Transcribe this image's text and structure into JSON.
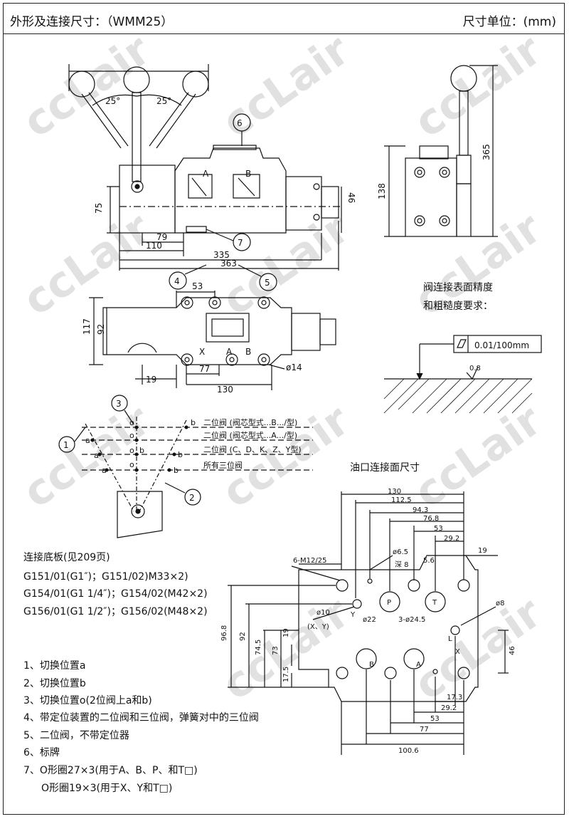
{
  "header": {
    "title": "外形及连接尺寸：（WMM25）",
    "unit": "尺寸单位：(mm)"
  },
  "watermark": "ccLair",
  "main_view": {
    "angles": [
      "25°",
      "25°"
    ],
    "callouts": [
      "6",
      "7",
      "4",
      "5",
      "3",
      "1",
      "2"
    ],
    "port_letters": [
      "A",
      "B"
    ],
    "dims": [
      "79",
      "110",
      "335",
      "363",
      "75",
      "46"
    ]
  },
  "side_view": {
    "dims": [
      "138",
      "365"
    ]
  },
  "top_view": {
    "dims": [
      "53",
      "117",
      "92",
      "19",
      "77",
      "130",
      "ø14"
    ],
    "labels": [
      "X",
      "A",
      "B"
    ]
  },
  "surface": {
    "title_line1": "阀连接表面精度",
    "title_line2": "和粗糙度要求：",
    "flatness": "0.01/100mm",
    "roughness": "0.8"
  },
  "positions": {
    "rows": [
      "二位阀 (阀芯型式...B.../型)",
      "二位阀 (阀芯型式...A.../型)",
      "二位阀 (C、D、K、Z、Y型)",
      "所有三位阀"
    ],
    "letters": [
      "o",
      "b",
      "o",
      "a",
      "b",
      "a",
      "o",
      "b",
      "a",
      "o",
      "b"
    ]
  },
  "port_face": {
    "title": "油口连接面尺寸",
    "dims": [
      "130",
      "112.5",
      "94.3",
      "76.8",
      "53",
      "29.2",
      "19",
      "5.6",
      "96.8",
      "92",
      "74.5",
      "73",
      "19",
      "17.5",
      "46",
      "17.3",
      "29.2",
      "53",
      "77",
      "100.6"
    ],
    "labels": [
      "6-M12/25",
      "ø6.5",
      "深 8",
      "ø10",
      "(X、Y)",
      "ø22",
      "3-ø24.5",
      "ø8",
      "Y",
      "P",
      "T",
      "B",
      "A",
      "L",
      "X"
    ]
  },
  "subplates": {
    "title": "连接底板(见209页)",
    "lines": [
      "G151/01(G1″)；G151/02)M33×2)",
      "G154/01(G1 1/4″)；G154/02(M42×2)",
      "G156/01(G1 1/2″)；G156/02(M48×2)"
    ]
  },
  "legend": [
    "1、切换位置a",
    "2、切换位置b",
    "3、切换位置o(2位阀上a和b)",
    "4、带定位装置的二位阀和三位阀，弹簧对中的三位阀",
    "5、二位阀，不带定位器",
    "6、标牌",
    "7、O形圈27×3(用于A、B、P、和T□)",
    "O形圈19×3(用于X、Y和T□)"
  ]
}
